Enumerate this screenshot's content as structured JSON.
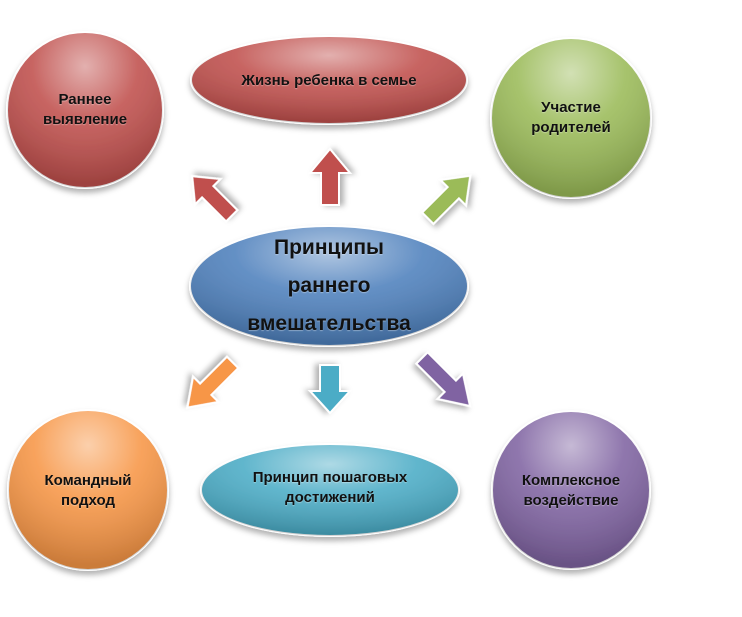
{
  "center": {
    "label": "Принципы\nраннего\nвмешательства",
    "color": "#4f81bd"
  },
  "nodes": [
    {
      "id": "early-detection",
      "label": "Раннее\nвыявление",
      "color": "#c0504d"
    },
    {
      "id": "family-life",
      "label": "Жизнь ребенка в семье",
      "color": "#c0504d"
    },
    {
      "id": "parent-participation",
      "label": "Участие\nродителей",
      "color": "#9bbb59"
    },
    {
      "id": "team-approach",
      "label": "Командный\nподход",
      "color": "#f79646"
    },
    {
      "id": "stepwise",
      "label": "Принцип пошаговых\nдостижений",
      "color": "#4bacc6"
    },
    {
      "id": "complex-impact",
      "label": "Комплексное\nвоздействие",
      "color": "#8064a2"
    }
  ],
  "arrows": [
    {
      "id": "to-early-detection",
      "color": "#c0504d"
    },
    {
      "id": "to-family-life",
      "color": "#c0504d"
    },
    {
      "id": "to-parent-participation",
      "color": "#9bbb59"
    },
    {
      "id": "to-team-approach",
      "color": "#f79646"
    },
    {
      "id": "to-stepwise",
      "color": "#4bacc6"
    },
    {
      "id": "to-complex-impact",
      "color": "#8064a2"
    }
  ]
}
